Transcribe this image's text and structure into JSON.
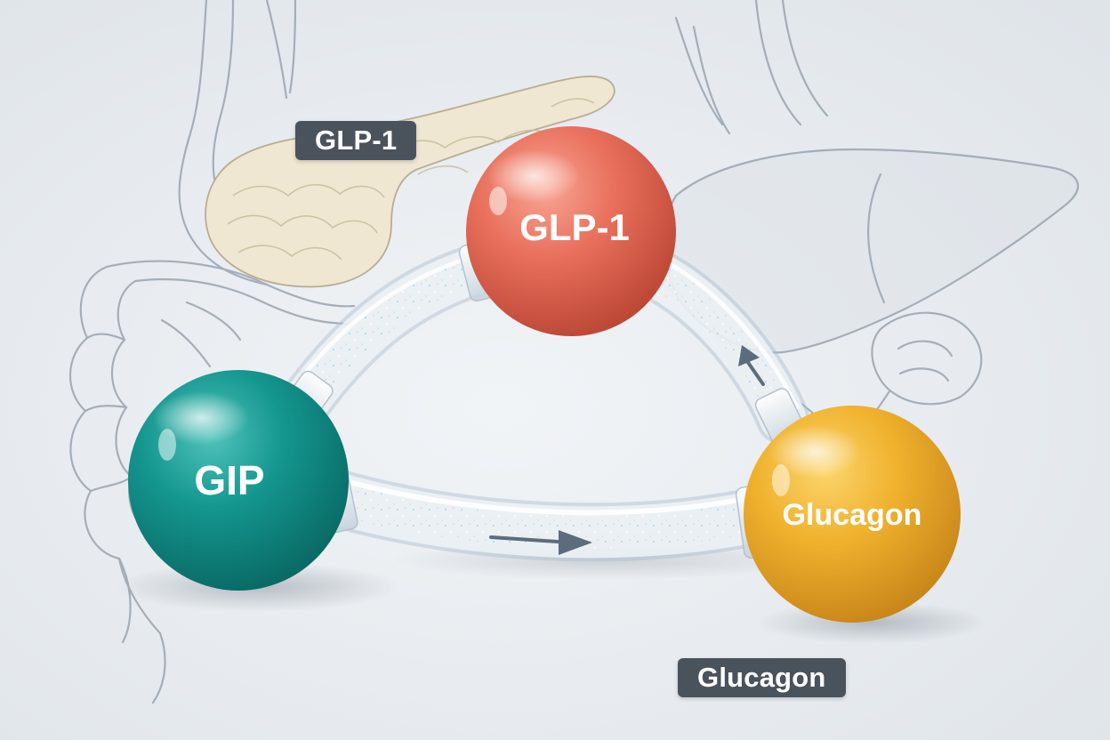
{
  "colors": {
    "background": "#e6eaee",
    "glp1_sphere": "#e8705c",
    "gip_sphere": "#14968f",
    "glucagon_sphere": "#f0b22e",
    "tube": "#dde7ef",
    "label_box": "#4a525c",
    "label_text": "#ffffff",
    "organ_sketch": "#8f9aa6",
    "pancreas_fill": "#efe7d2"
  },
  "labels": {
    "glp1_tag": "GLP-1",
    "glucagon_tag": "Glucagon"
  },
  "nodes": {
    "glp1": "GLP-1",
    "gip": "GIP",
    "glucagon": "Glucagon"
  },
  "icons": {
    "gip_to_glucagon": "arrow-right-icon",
    "glucagon_to_glp1": "arrow-up-icon"
  }
}
